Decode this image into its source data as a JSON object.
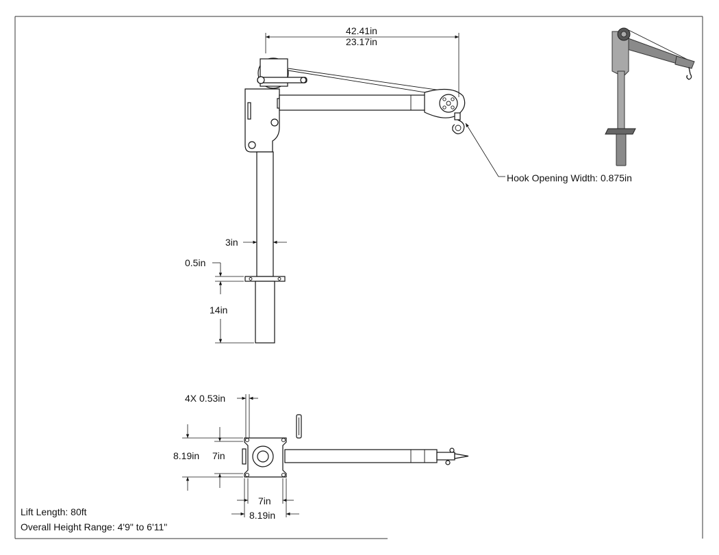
{
  "dimensions": {
    "boom_length_overall": "42.41in",
    "boom_length_reach": "23.17in",
    "hook_opening": "Hook Opening Width: 0.875in",
    "post_diameter": "3in",
    "flange_thickness": "0.5in",
    "socket_depth": "14in",
    "bolt_holes": "4X 0.53in",
    "base_outer_height": "8.19in",
    "base_inner_height": "7in",
    "base_inner_width": "7in",
    "base_outer_width": "8.19in"
  },
  "notes": {
    "lift_length": "Lift Length: 80ft",
    "height_range": "Overall Height Range: 4'9\" to 6'11\""
  }
}
